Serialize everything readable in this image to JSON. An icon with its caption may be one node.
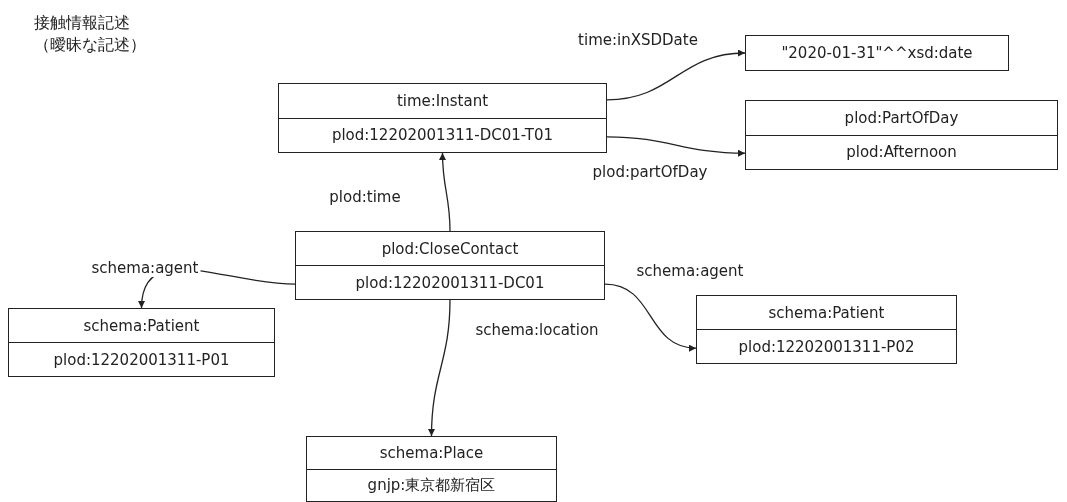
{
  "diagram": {
    "title": "接触情報記述（曖昧な記述）",
    "nodes": [
      {
        "text": [
          "time:Instant",
          "plod:12202001311-DC01-T01"
        ]
      },
      {
        "text": [
          "\"2020-01-31\"^^xsd:date"
        ]
      },
      {
        "text": [
          "plod:PartOfDay",
          "plod:Afternoon"
        ]
      },
      {
        "text": [
          "plod:CloseContact",
          "plod:12202001311-DC01"
        ]
      },
      {
        "text": [
          "schema:Patient",
          "plod:12202001311-P01"
        ]
      },
      {
        "text": [
          "schema:Patient",
          "plod:12202001311-P02"
        ]
      },
      {
        "text": [
          "schema:Place",
          "gnjp:東京都新宿区"
        ]
      }
    ],
    "edges": [
      {
        "from": 3,
        "to": 0,
        "arrow": "to",
        "label": "plod:time"
      },
      {
        "from": 0,
        "to": 1,
        "arrow": "to",
        "label": "time:inXSDDate"
      },
      {
        "from": 0,
        "to": 2,
        "arrow": "to",
        "label": "plod:partOfDay"
      },
      {
        "from": 3,
        "to": 4,
        "arrow": "to",
        "label": "schema:agent"
      },
      {
        "from": 3,
        "to": 5,
        "arrow": "to",
        "label": "schema:agent"
      },
      {
        "from": 3,
        "to": 6,
        "arrow": "to",
        "label": "schema:location"
      }
    ]
  }
}
